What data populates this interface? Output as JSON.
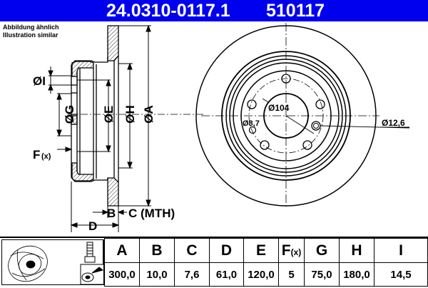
{
  "header": {
    "part_number": "24.0310-0117.1",
    "reference": "510117",
    "background_color": "#0000ee"
  },
  "note": {
    "line1": "Abbildung ähnlich",
    "line2": "Illustration similar"
  },
  "side_view_labels": {
    "dia_I": "ØI",
    "dia_G": "ØG",
    "dia_E": "ØE",
    "dia_H": "ØH",
    "dia_A": "ØA",
    "F": "F",
    "F_sub": "(x)",
    "B": "B",
    "C": "C (MTH)",
    "D": "D"
  },
  "front_view_labels": {
    "bolt_circle": "Ø104",
    "small_hole": "Ø8,7",
    "bolt_hole": "Ø12,6"
  },
  "spec_table": {
    "columns": [
      {
        "key": "A",
        "label": "A",
        "value": "300,0"
      },
      {
        "key": "B",
        "label": "B",
        "value": "10,0"
      },
      {
        "key": "C",
        "label": "C",
        "value": "7,6"
      },
      {
        "key": "D",
        "label": "D",
        "value": "61,0"
      },
      {
        "key": "E",
        "label": "E",
        "value": "120,0"
      },
      {
        "key": "F",
        "label": "F",
        "label_sub": "(x)",
        "value": "5"
      },
      {
        "key": "G",
        "label": "G",
        "value": "75,0"
      },
      {
        "key": "H",
        "label": "H",
        "value": "180,0"
      },
      {
        "key": "I",
        "label": "I",
        "value": "14,5"
      }
    ]
  }
}
